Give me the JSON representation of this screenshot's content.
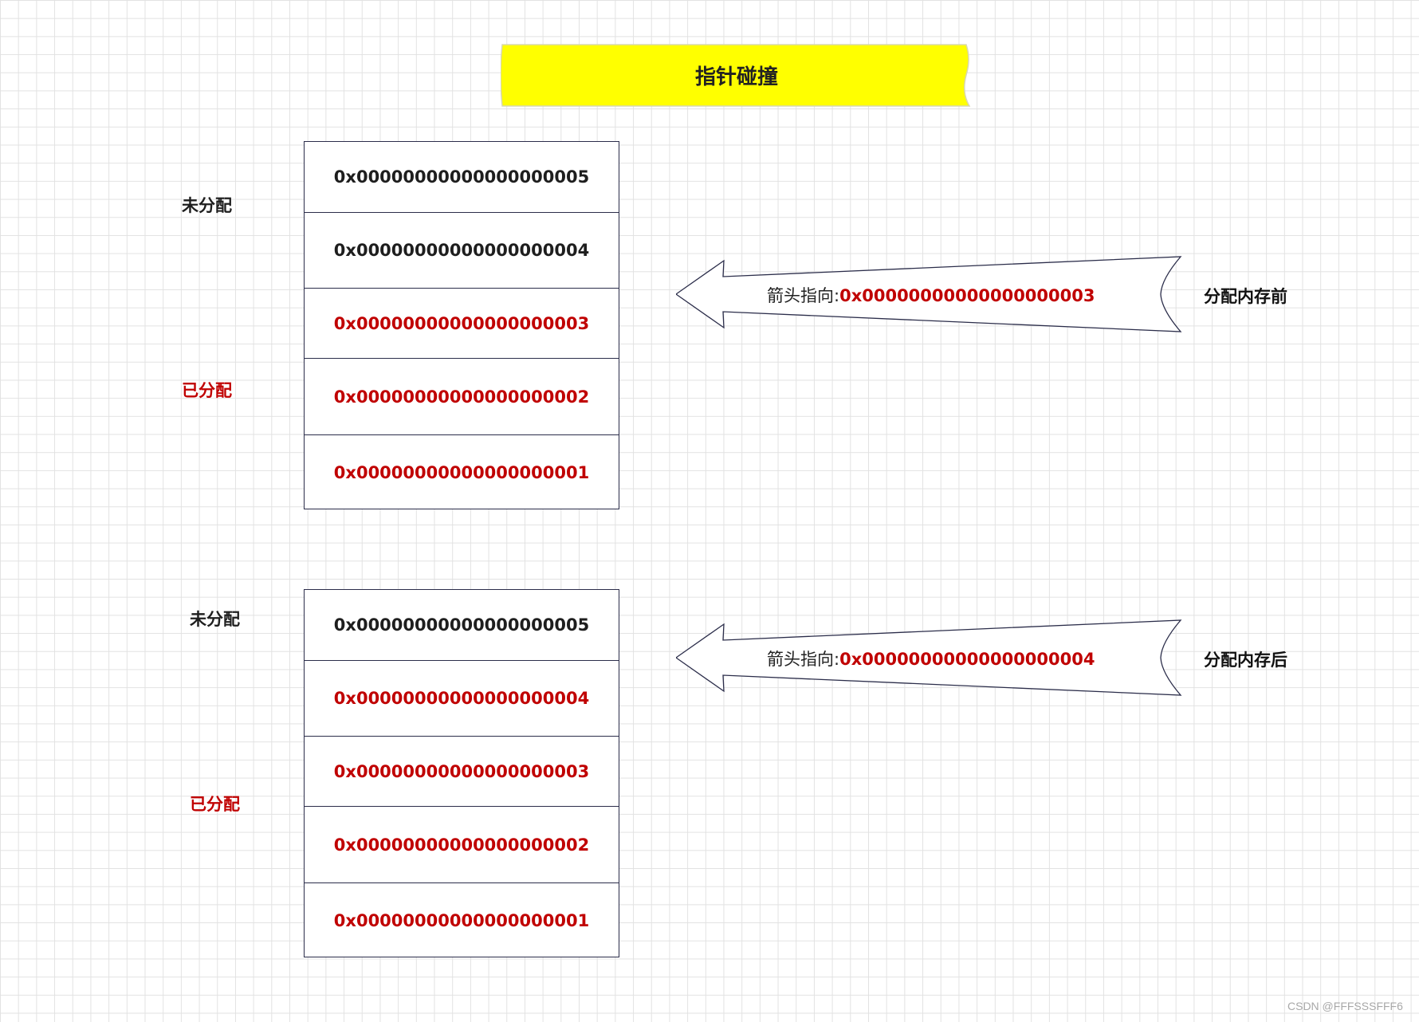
{
  "title": "指针碰撞",
  "colors": {
    "title_bg": "#ffff00",
    "free_text": "#1e1e1e",
    "used_text": "#c00000",
    "border": "#2b2d4a"
  },
  "before": {
    "unallocated_label": "未分配",
    "allocated_label": "已分配",
    "cells": [
      {
        "addr": "0x00000000000000000005",
        "state": "free"
      },
      {
        "addr": "0x00000000000000000004",
        "state": "free"
      },
      {
        "addr": "0x00000000000000000003",
        "state": "used"
      },
      {
        "addr": "0x00000000000000000002",
        "state": "used"
      },
      {
        "addr": "0x00000000000000000001",
        "state": "used"
      }
    ],
    "arrow_prefix": "箭头指向:",
    "arrow_addr": "0x00000000000000000003",
    "phase_label": "分配内存前"
  },
  "after": {
    "unallocated_label": "未分配",
    "allocated_label": "已分配",
    "cells": [
      {
        "addr": "0x00000000000000000005",
        "state": "free"
      },
      {
        "addr": "0x00000000000000000004",
        "state": "used"
      },
      {
        "addr": "0x00000000000000000003",
        "state": "used"
      },
      {
        "addr": "0x00000000000000000002",
        "state": "used"
      },
      {
        "addr": "0x00000000000000000001",
        "state": "used"
      }
    ],
    "arrow_prefix": "箭头指向:",
    "arrow_addr": "0x00000000000000000004",
    "phase_label": "分配内存后"
  },
  "watermark": "CSDN @FFFSSSFFF6"
}
